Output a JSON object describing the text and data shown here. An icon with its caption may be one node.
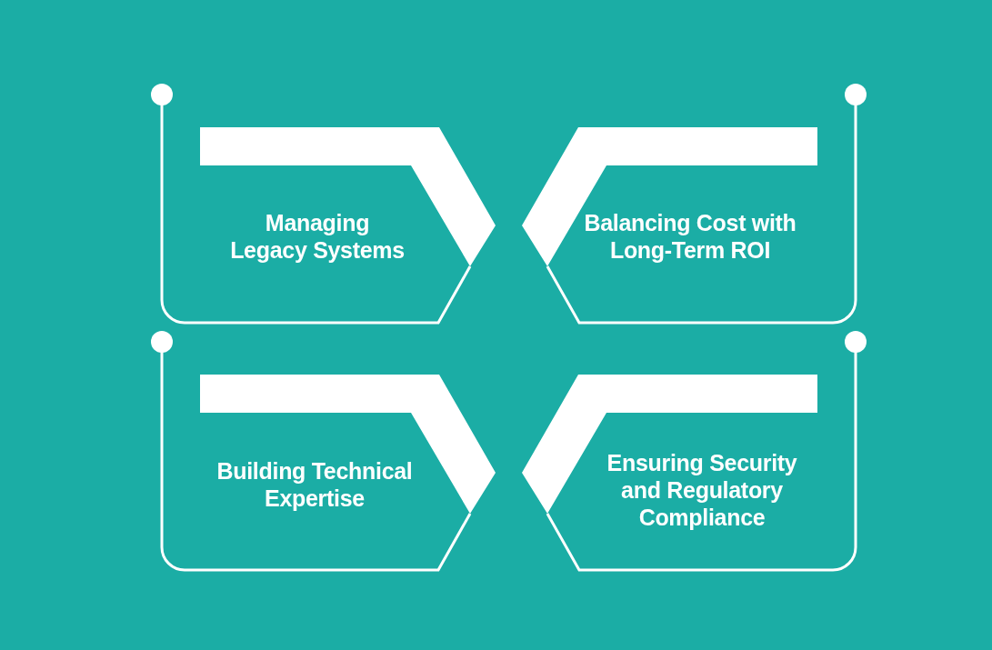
{
  "diagram": {
    "nodes": [
      {
        "text": [
          "Managing Legacy Systems"
        ]
      },
      {
        "text": [
          "Balancing Cost with Long-Term ROI"
        ]
      },
      {
        "text": [
          "Building Technical Expertise"
        ]
      },
      {
        "text": [
          "Ensuring Security and Regulatory Compliance"
        ]
      }
    ]
  }
}
